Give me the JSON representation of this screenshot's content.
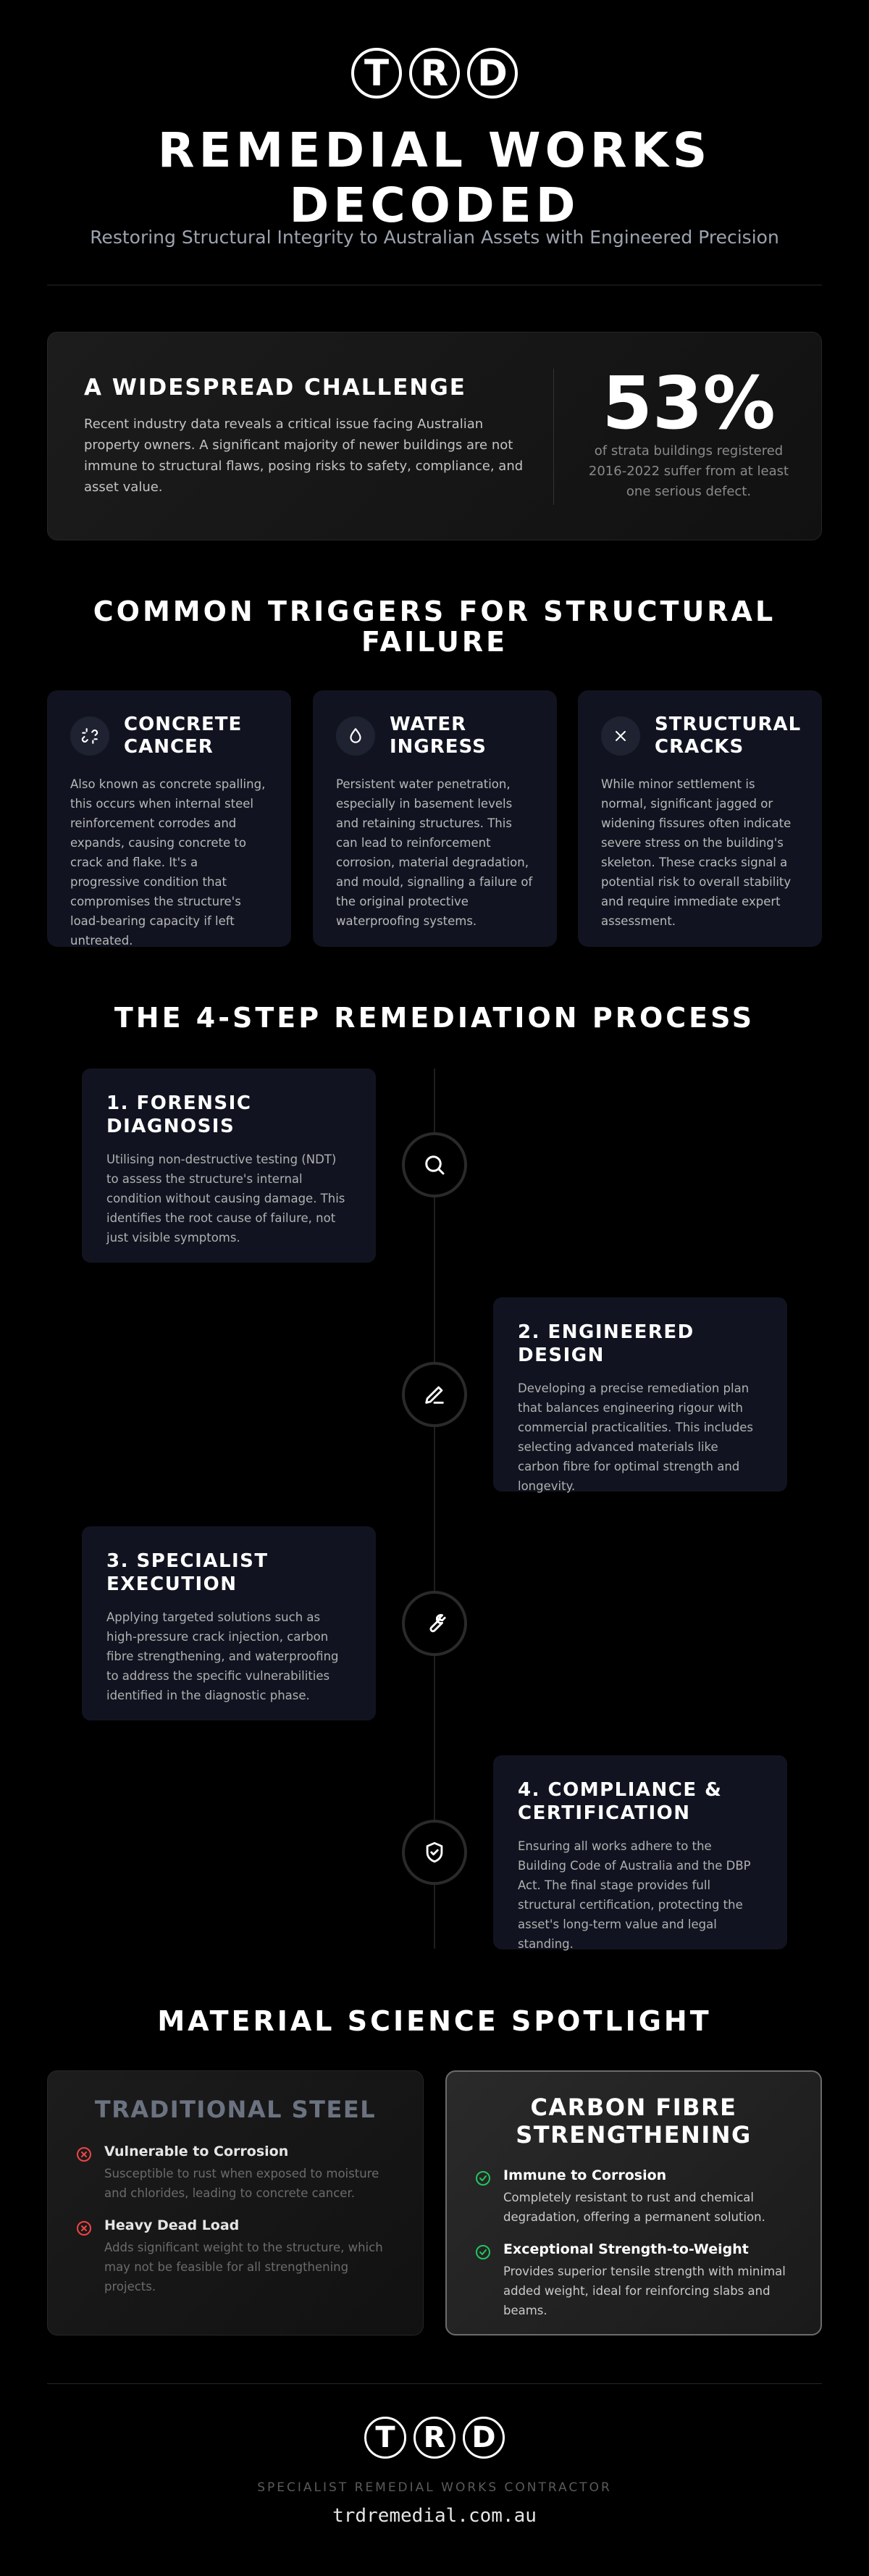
{
  "header": {
    "logo_letters": [
      "T",
      "R",
      "D"
    ],
    "title_line1": "REMEDIAL WORKS",
    "title_line2": "DECODED",
    "subtitle": "Restoring Structural Integrity to Australian Assets with Engineered Precision"
  },
  "challenge": {
    "title": "A WIDESPREAD CHALLENGE",
    "body": "Recent industry data reveals a critical issue facing Australian property owners. A significant majority of newer buildings are not immune to structural flaws, posing risks to safety, compliance, and asset value.",
    "stat_value": "53%",
    "stat_caption": "of strata buildings registered 2016-2022 suffer from at least one serious defect."
  },
  "triggers": {
    "title_line1": "COMMON TRIGGERS FOR STRUCTURAL",
    "title_line2": "FAILURE",
    "items": [
      {
        "icon": "broken-link-icon",
        "title_line1": "CONCRETE",
        "title_line2": "CANCER",
        "body": "Also known as concrete spalling, this occurs when internal steel reinforcement corrodes and expands, causing concrete to crack and flake. It's a progressive condition that compromises the structure's load-bearing capacity if left untreated."
      },
      {
        "icon": "water-drop-icon",
        "title_line1": "WATER",
        "title_line2": "INGRESS",
        "body": "Persistent water penetration, especially in basement levels and retaining structures. This can lead to reinforcement corrosion, material degradation, and mould, signalling a failure of the original protective waterproofing systems."
      },
      {
        "icon": "close-icon",
        "title_line1": "STRUCTURAL",
        "title_line2": "CRACKS",
        "body": "While minor settlement is normal, significant jagged or widening fissures often indicate severe stress on the building's skeleton. These cracks signal a potential risk to overall stability and require immediate expert assessment."
      }
    ]
  },
  "process": {
    "title": "THE 4-STEP REMEDIATION PROCESS",
    "steps": [
      {
        "icon": "search-icon",
        "title_line1": "1. FORENSIC",
        "title_line2": "DIAGNOSIS",
        "body": "Utilising non-destructive testing (NDT) to assess the structure's internal condition without causing damage. This identifies the root cause of failure, not just visible symptoms."
      },
      {
        "icon": "pen-icon",
        "title_line1": "2. ENGINEERED",
        "title_line2": "DESIGN",
        "body": "Developing a precise remediation plan that balances engineering rigour with commercial practicalities. This includes selecting advanced materials like carbon fibre for optimal strength and longevity."
      },
      {
        "icon": "wrench-icon",
        "title_line1": "3. SPECIALIST",
        "title_line2": "EXECUTION",
        "body": "Applying targeted solutions such as high-pressure crack injection, carbon fibre strengthening, and waterproofing to address the specific vulnerabilities identified in the diagnostic phase."
      },
      {
        "icon": "shield-check-icon",
        "title_line1": "4. COMPLIANCE &",
        "title_line2": "CERTIFICATION",
        "body": "Ensuring all works adhere to the Building Code of Australia and the DBP Act. The final stage provides full structural certification, protecting the asset's long-term value and legal standing."
      }
    ]
  },
  "materials": {
    "title": "MATERIAL SCIENCE SPOTLIGHT",
    "steel": {
      "title": "TRADITIONAL STEEL",
      "items": [
        {
          "heading": "Vulnerable to Corrosion",
          "body": "Susceptible to rust when exposed to moisture and chlorides, leading to concrete cancer."
        },
        {
          "heading": "Heavy Dead Load",
          "body": "Adds significant weight to the structure, which may not be feasible for all strengthening projects."
        }
      ]
    },
    "carbon": {
      "title_line1": "CARBON FIBRE",
      "title_line2": "STRENGTHENING",
      "items": [
        {
          "heading": "Immune to Corrosion",
          "body": "Completely resistant to rust and chemical degradation, offering a permanent solution."
        },
        {
          "heading": "Exceptional Strength-to-Weight",
          "body": "Provides superior tensile strength with minimal added weight, ideal for reinforcing slabs and beams."
        }
      ]
    },
    "colors": {
      "negative": "#ef4444",
      "positive": "#22c55e"
    }
  },
  "footer": {
    "logo_letters": [
      "T",
      "R",
      "D"
    ],
    "tagline": "SPECIALIST REMEDIAL WORKS CONTRACTOR",
    "url": "trdremedial.com.au"
  }
}
